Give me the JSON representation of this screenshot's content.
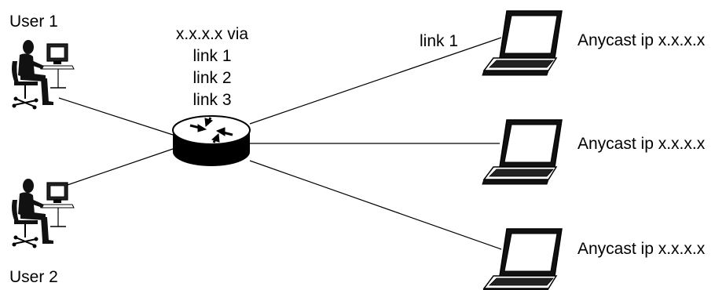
{
  "users": [
    {
      "label": "User 1"
    },
    {
      "label": "User 2"
    }
  ],
  "router": {
    "route_header": "x.x.x.x via",
    "routes": [
      "link 1",
      "link 2",
      "link 3"
    ]
  },
  "links": [
    {
      "label": "link 1"
    }
  ],
  "hosts": [
    {
      "label": "Anycast ip x.x.x.x"
    },
    {
      "label": "Anycast ip x.x.x.x"
    },
    {
      "label": "Anycast ip x.x.x.x"
    }
  ],
  "icons": {
    "user": "user-at-computer-icon",
    "router": "router-icon",
    "host": "laptop-icon"
  },
  "colors": {
    "stroke": "#000000",
    "background": "#ffffff"
  }
}
